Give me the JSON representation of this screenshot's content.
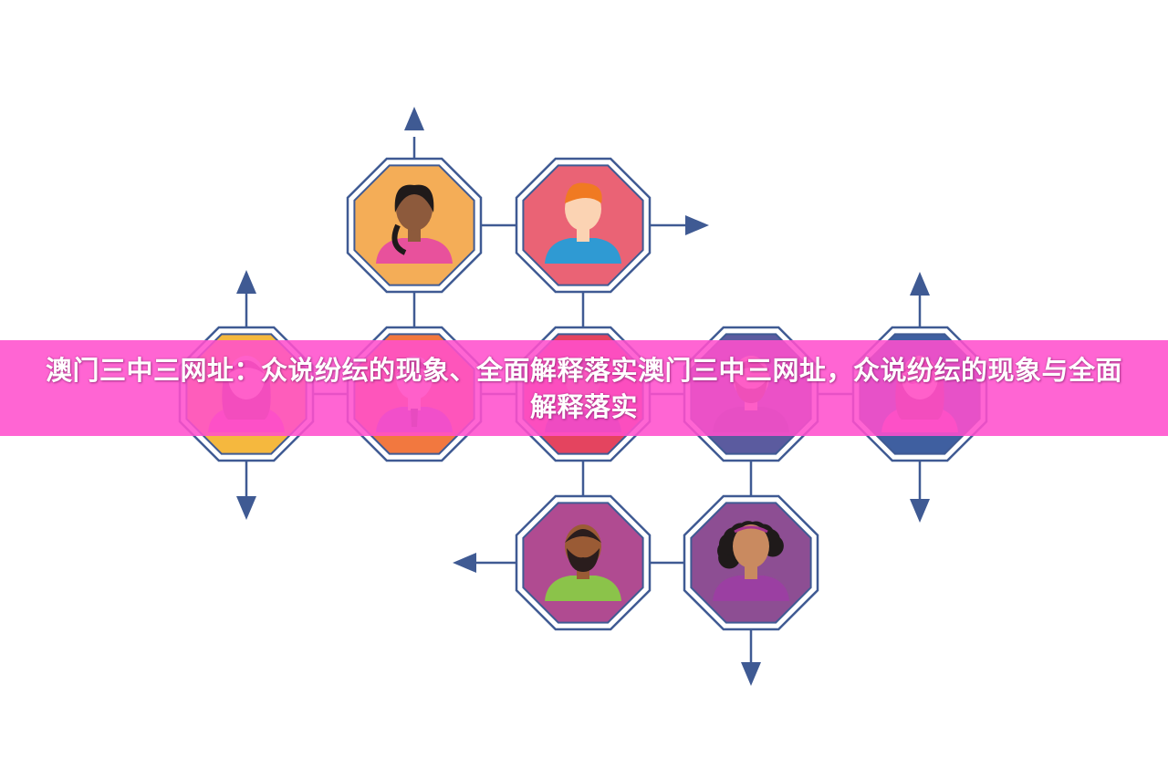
{
  "banner": {
    "title": "澳门三中三网址：众说纷纭的现象、全面解释落实澳门三中三网址，众说纷纭的现象与全面解释落实"
  },
  "colors": {
    "connector": "#3f5a93",
    "octagon_border": "#3f5a93",
    "banner_bg": "#ff50cd",
    "banner_text": "#ffffff"
  },
  "diagram": {
    "nodes": [
      {
        "id": "n-top-left",
        "bg": "#f4ad57",
        "person": "woman-dark-hair",
        "skin": "#8d5a3c",
        "shirt": "#e8519c",
        "hair": "#1f1a1a"
      },
      {
        "id": "n-top-right",
        "bg": "#ea6375",
        "person": "man-red-hair",
        "skin": "#fbd3b3",
        "shirt": "#2f9ad3",
        "hair": "#f07a22"
      },
      {
        "id": "n-mid-1",
        "bg": "#f5b83e",
        "person": "woman",
        "skin": "#fbd3b3",
        "shirt": "#e8519c",
        "hair": "#9a3b52"
      },
      {
        "id": "n-mid-2",
        "bg": "#f2783f",
        "person": "man-suit",
        "skin": "#fbd3b3",
        "shirt": "#8a4fb0",
        "hair": "#5a3322"
      },
      {
        "id": "n-mid-3",
        "bg": "#e4445f",
        "person": "man",
        "skin": "#c98a60",
        "shirt": "#7a2d73",
        "hair": "#3a2a2a"
      },
      {
        "id": "n-mid-4",
        "bg": "#5b5b9f",
        "person": "man-beard",
        "skin": "#f0c09a",
        "shirt": "#3f4a85",
        "hair": "#7a4a2a"
      },
      {
        "id": "n-mid-5",
        "bg": "#3f5fa0",
        "person": "woman-glasses",
        "skin": "#fbd3b3",
        "shirt": "#e8519c",
        "hair": "#9a3b52"
      },
      {
        "id": "n-bottom-left",
        "bg": "#b04b91",
        "person": "man-beard-dark",
        "skin": "#9a5b35",
        "shirt": "#8bc34a",
        "hair": "#2a1d1d"
      },
      {
        "id": "n-bottom-right",
        "bg": "#8d4e93",
        "person": "woman-curly",
        "skin": "#c98a60",
        "shirt": "#9b3fa2",
        "hair": "#1f1a1a"
      }
    ],
    "arrows": [
      {
        "id": "arrow-top-up",
        "direction": "up"
      },
      {
        "id": "arrow-top-right",
        "direction": "right"
      },
      {
        "id": "arrow-left-up",
        "direction": "up"
      },
      {
        "id": "arrow-left-down",
        "direction": "down"
      },
      {
        "id": "arrow-right-up",
        "direction": "up"
      },
      {
        "id": "arrow-right-down",
        "direction": "down"
      },
      {
        "id": "arrow-bottom-left",
        "direction": "left"
      },
      {
        "id": "arrow-bottom-down",
        "direction": "down"
      }
    ]
  }
}
